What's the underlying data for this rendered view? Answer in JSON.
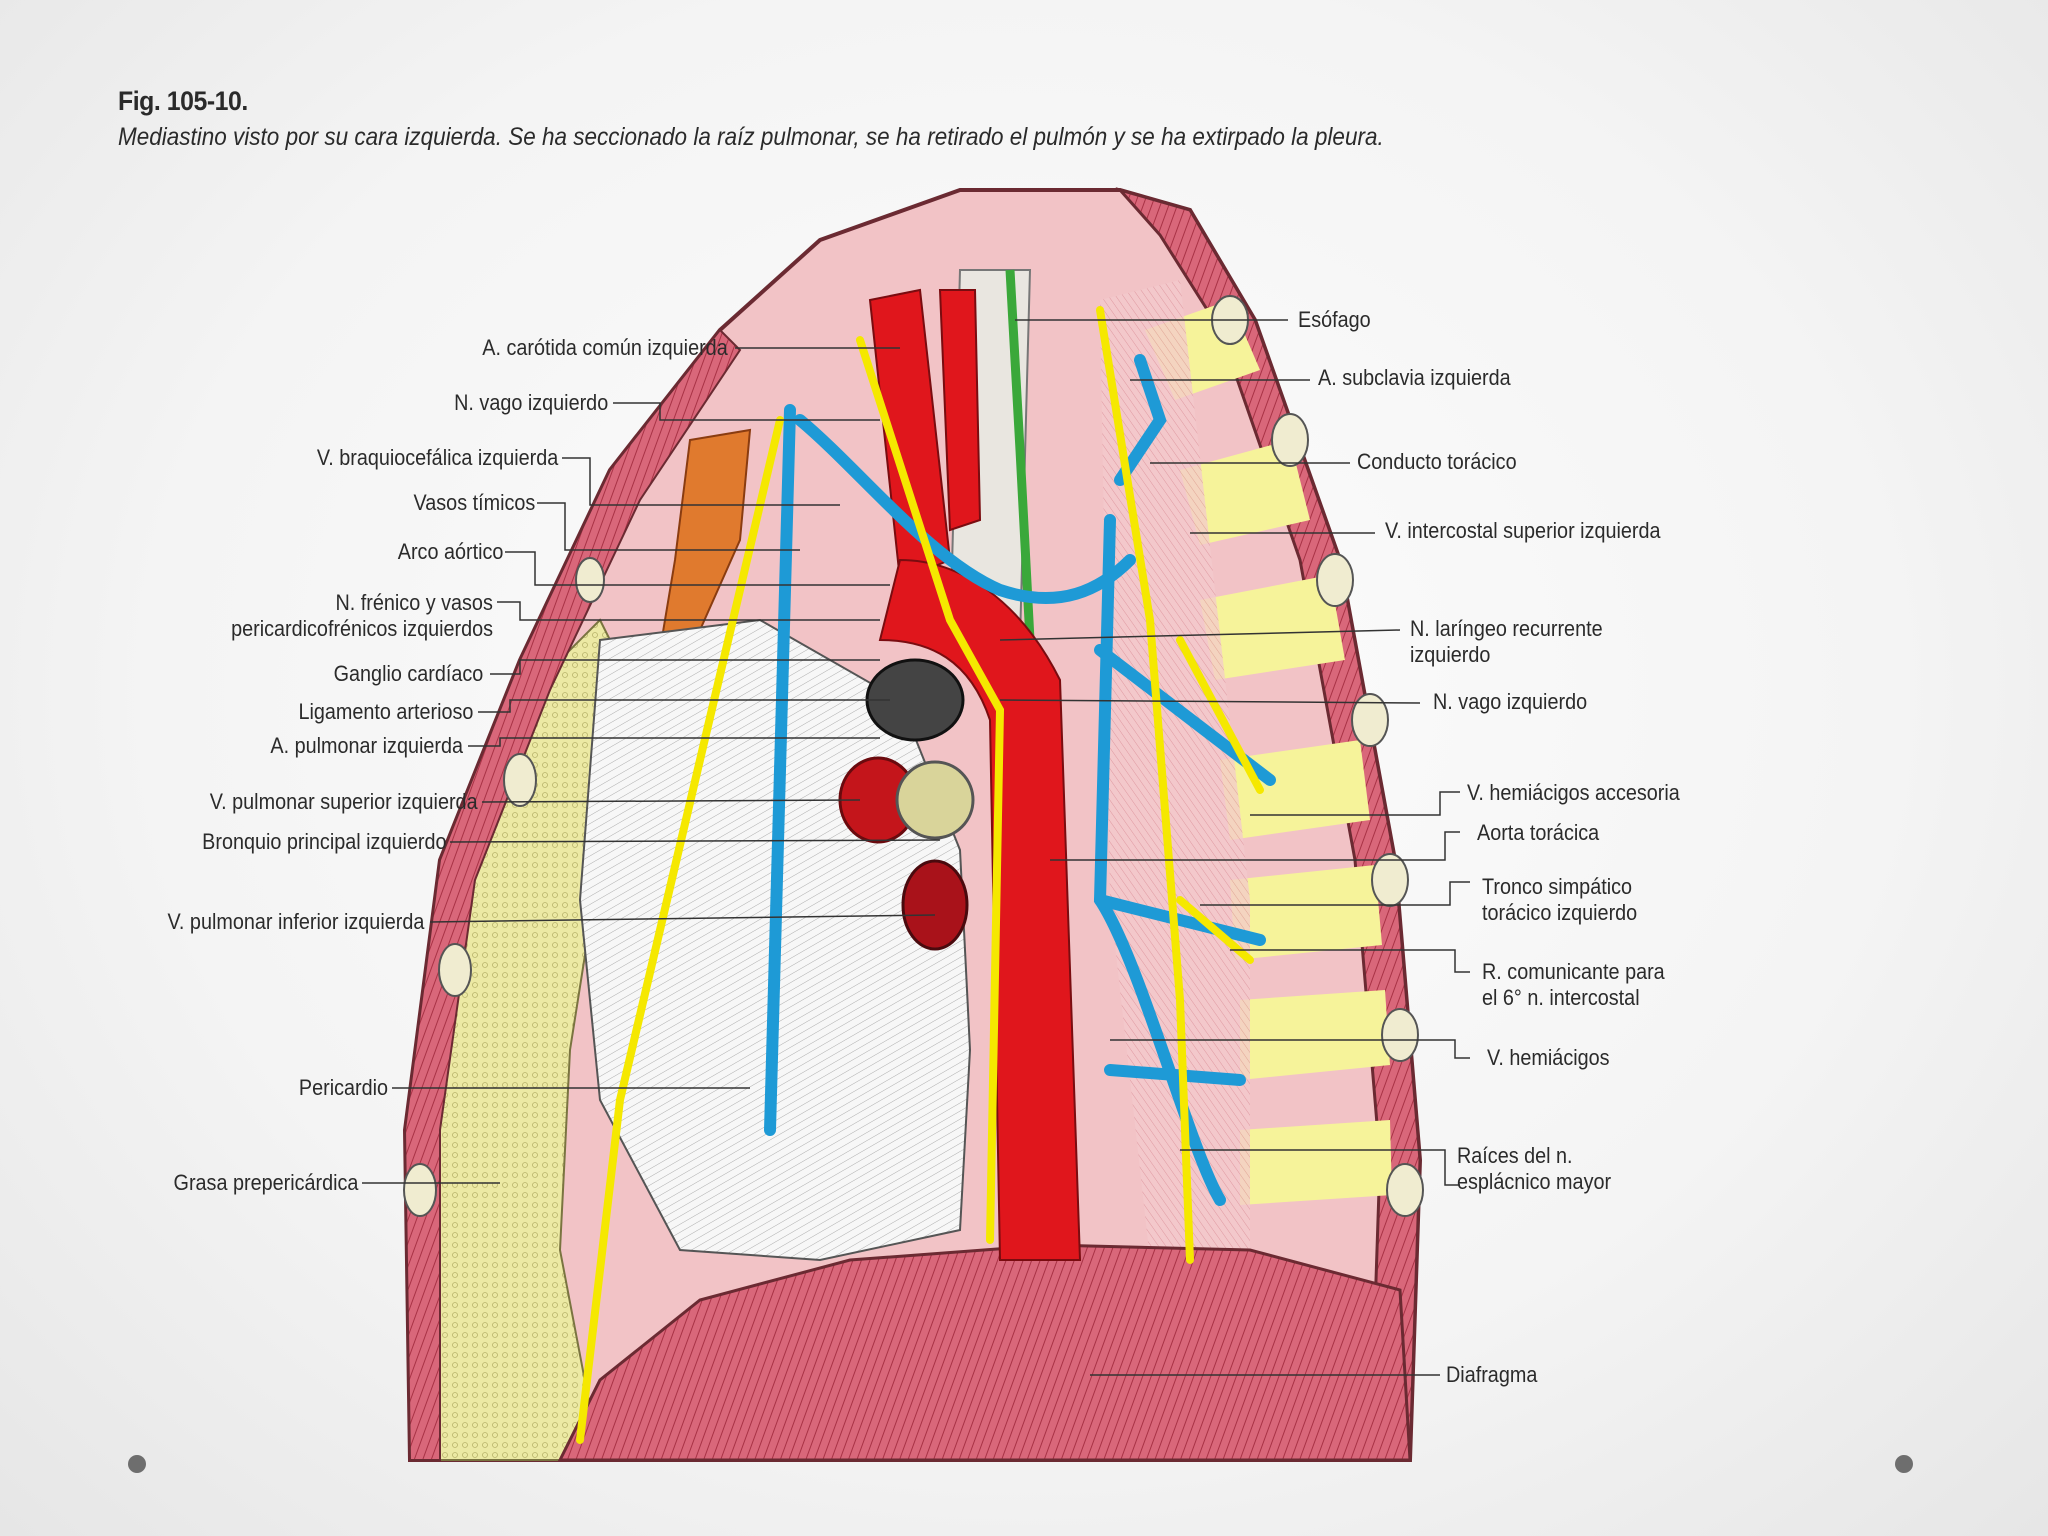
{
  "figure": {
    "number": "Fig. 105-10.",
    "caption": "Mediastino visto por su cara izquierda. Se ha seccionado la raíz pulmonar, se ha retirado el pulmón y se ha extirpado la pleura."
  },
  "labels_left": [
    "A. carótida común izquierda",
    "N. vago izquierdo",
    "V. braquiocefálica izquierda",
    "Vasos tímicos",
    "Arco aórtico",
    "N. frénico y vasos",
    "pericardicofrénicos izquierdos",
    "Ganglio cardíaco",
    "Ligamento arterioso",
    "A. pulmonar izquierda",
    "V. pulmonar superior izquierda",
    "Bronquio principal izquierdo",
    "V. pulmonar inferior izquierda",
    "Pericardio",
    "Grasa prepericárdica"
  ],
  "labels_right": [
    "Esófago",
    "A. subclavia izquierda",
    "Conducto torácico",
    "V. intercostal superior izquierda",
    "N. laríngeo recurrente",
    "izquierdo",
    "N. vago izquierdo",
    "V. hemiácigos accesoria",
    "Aorta torácica",
    "Tronco simpático",
    "torácico izquierdo",
    "R. comunicante para",
    "el 6° n. intercostal",
    "V. hemiácigos",
    "Raíces del n.",
    "esplácnico mayor",
    "Diafragma"
  ],
  "colors": {
    "artery": "#e0161c",
    "vein": "#1e9ad6",
    "nerve": "#f5e800",
    "muscle": "#d45a6a",
    "lymph_duct": "#3aa83a",
    "fat": "#ece9a0",
    "thymus": "#e07a2e"
  },
  "navigation": {
    "left_dot_icon": "nav-dot-icon",
    "right_dot_icon": "nav-dot-icon"
  }
}
